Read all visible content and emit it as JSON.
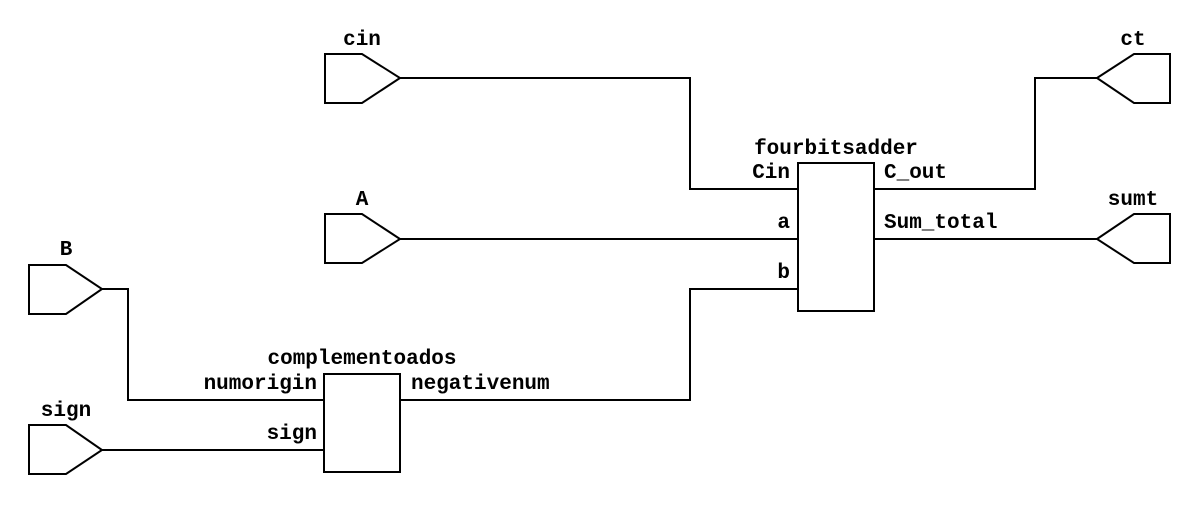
{
  "ports": {
    "cin": "cin",
    "A": "A",
    "B": "B",
    "sign": "sign",
    "ct": "ct",
    "sumt": "sumt"
  },
  "blocks": {
    "adder": {
      "name": "fourbitsadder",
      "pins": {
        "cin": "Cin",
        "a": "a",
        "b": "b",
        "c_out": "C_out",
        "sum_total": "Sum_total"
      }
    },
    "complement": {
      "name": "complementoados",
      "pins": {
        "numorigin": "numorigin",
        "sign": "sign",
        "negativenum": "negativenum"
      }
    }
  }
}
